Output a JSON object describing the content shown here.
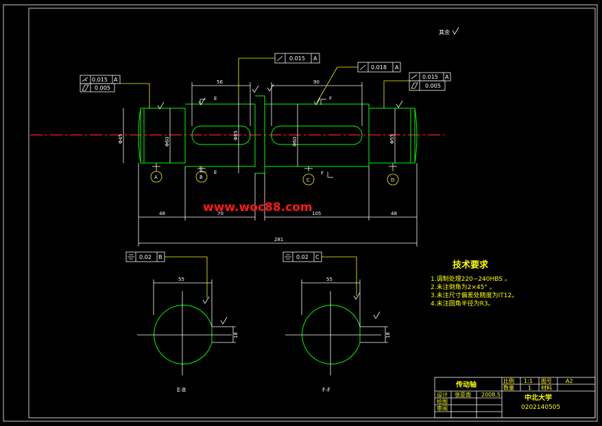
{
  "roughness_note": "其余",
  "tolerances": {
    "tl_runout": "0.015",
    "tl_runout_datum": "A",
    "tl_cyl": "0.005",
    "mid_runout": "0.015",
    "mid_runout_datum": "A",
    "mid2_runout": "0.018",
    "mid2_runout_datum": "A",
    "tr_runout": "0.015",
    "tr_runout_datum": "A",
    "tr_cyl": "0.005",
    "sym_b": "0.02",
    "sym_b_datum": "B",
    "sym_c": "0.02",
    "sym_c_datum": "C"
  },
  "dims": {
    "key1_len": "56",
    "key2_len": "90",
    "seg1": "48",
    "seg2": "70",
    "seg3": "105",
    "seg4": "48",
    "total": "281",
    "dia1": "Φ45",
    "dia2": "Φ60",
    "dia3": "Φ65",
    "dia4": "Φ60",
    "dia5": "Φ55",
    "sec_b_w": "55",
    "sec_c_w": "55",
    "sec_b_d": "18",
    "sec_c_d": "18"
  },
  "datums": [
    "A",
    "B",
    "C",
    "D"
  ],
  "section_marks": {
    "e_top": "E",
    "e_bot": "E",
    "f_top": "F",
    "f_bot": "F"
  },
  "sections": {
    "eb_label": "E-B",
    "ff_label": "F-F"
  },
  "watermark": "www.woc88.com",
  "tech_req": {
    "title": "技术要求",
    "items": [
      "1.调制处理220~240HBS 。",
      "2.未注倒角为2×45° 。",
      "3.未注尺寸偏差处精度为IT12。",
      "4.未注圆角半径为R3。"
    ]
  },
  "title_block": {
    "part_name": "传动轴",
    "scale_label": "比例",
    "scale_value": "1:1",
    "drawing_no_label": "图号",
    "drawing_no_value": "A2",
    "qty_label": "数量",
    "qty_value": "1",
    "material_label": "材料",
    "design_label": "设计",
    "designer": "张亚南",
    "date": "2008.5",
    "drawing_label": "绘图",
    "review_label": "审阅",
    "school": "中北大学",
    "student_id": "0202140505"
  },
  "colors": {
    "outline": "#00ff00",
    "dimension": "#ffffff",
    "leader": "#ffff00",
    "centerline": "#ff2020",
    "background": "#000000"
  }
}
